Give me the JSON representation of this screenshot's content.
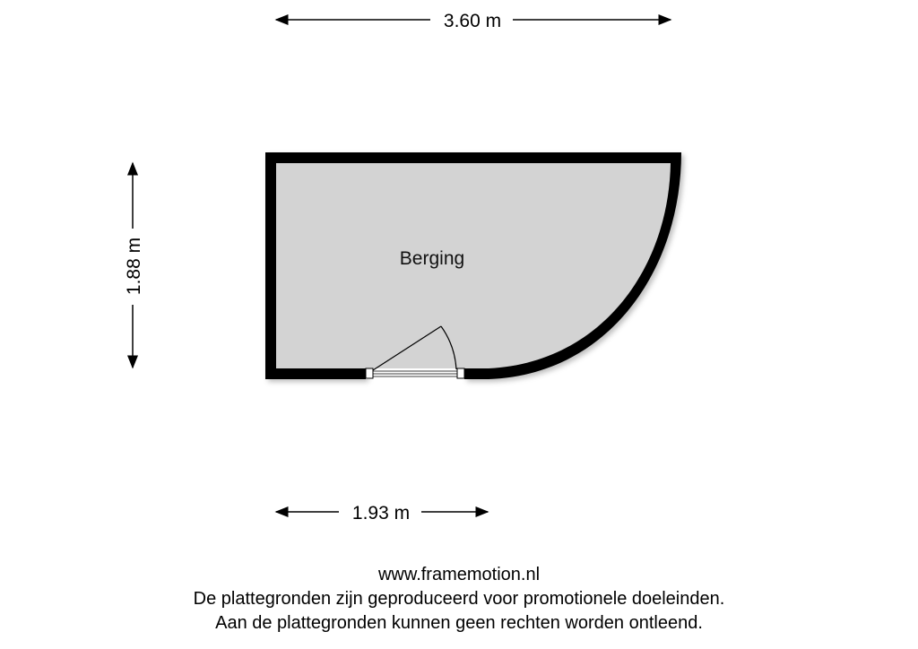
{
  "floorplan": {
    "room_label": "Berging",
    "dimensions": {
      "total_width": "3.60 m",
      "height": "1.88 m",
      "partial_width": "1.93 m"
    },
    "colors": {
      "wall": "#000000",
      "floor": "#d3d3d3"
    }
  },
  "footer": {
    "website": "www.framemotion.nl",
    "line1": "De plattegronden zijn geproduceerd voor promotionele doeleinden.",
    "line2": "Aan de plattegronden kunnen geen rechten worden ontleend."
  }
}
